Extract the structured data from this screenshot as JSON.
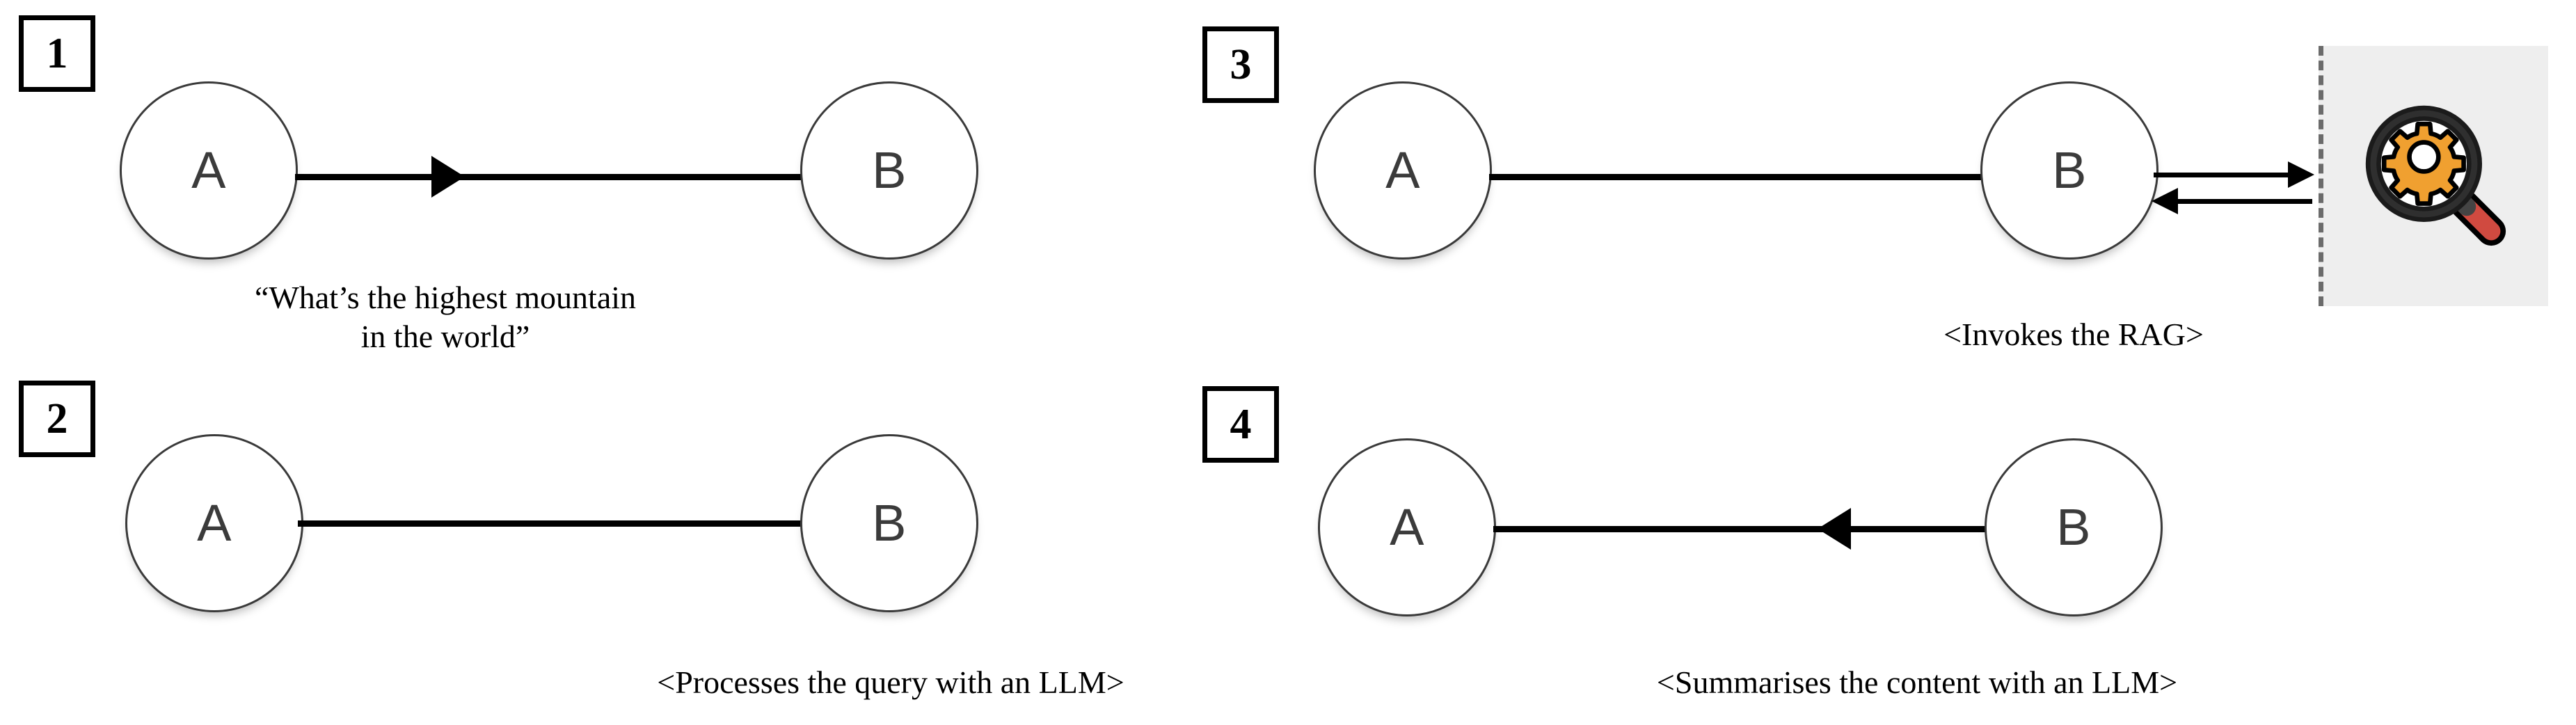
{
  "diagram": {
    "title": "RAG agent interaction sequence",
    "background_color": "#ffffff",
    "node_stroke_color": "#3a3a3a",
    "connector_color": "#000000",
    "rag_panel_color": "#eeeeee",
    "rag_dash_color": "#6b6b6b",
    "accent_orange": "#F0A030",
    "accent_red": "#D04A40"
  },
  "panels": [
    {
      "number": "1",
      "nodes": [
        {
          "label": "A",
          "name": "node-a"
        },
        {
          "label": "B",
          "name": "node-b"
        }
      ],
      "connector": {
        "direction": "a-to-b",
        "arrowhead": "right",
        "style": "thick"
      },
      "caption": "“What’s the highest mountain\nin the world”"
    },
    {
      "number": "2",
      "nodes": [
        {
          "label": "A",
          "name": "node-a"
        },
        {
          "label": "B",
          "name": "node-b"
        }
      ],
      "connector": {
        "direction": "none",
        "arrowhead": "none",
        "style": "thick"
      },
      "caption": "<Processes the query with an LLM>"
    },
    {
      "number": "3",
      "nodes": [
        {
          "label": "A",
          "name": "node-a"
        },
        {
          "label": "B",
          "name": "node-b"
        }
      ],
      "connector": {
        "direction": "none",
        "arrowhead": "none",
        "style": "thick"
      },
      "caption": "<Invokes the RAG>",
      "rag": {
        "icon_name": "magnifier-gear-icon",
        "outbound_arrow": "right",
        "inbound_arrow": "left"
      }
    },
    {
      "number": "4",
      "nodes": [
        {
          "label": "A",
          "name": "node-a"
        },
        {
          "label": "B",
          "name": "node-b"
        }
      ],
      "connector": {
        "direction": "b-to-a",
        "arrowhead": "left",
        "style": "thick"
      },
      "caption": "<Summarises the content with an LLM>"
    }
  ]
}
